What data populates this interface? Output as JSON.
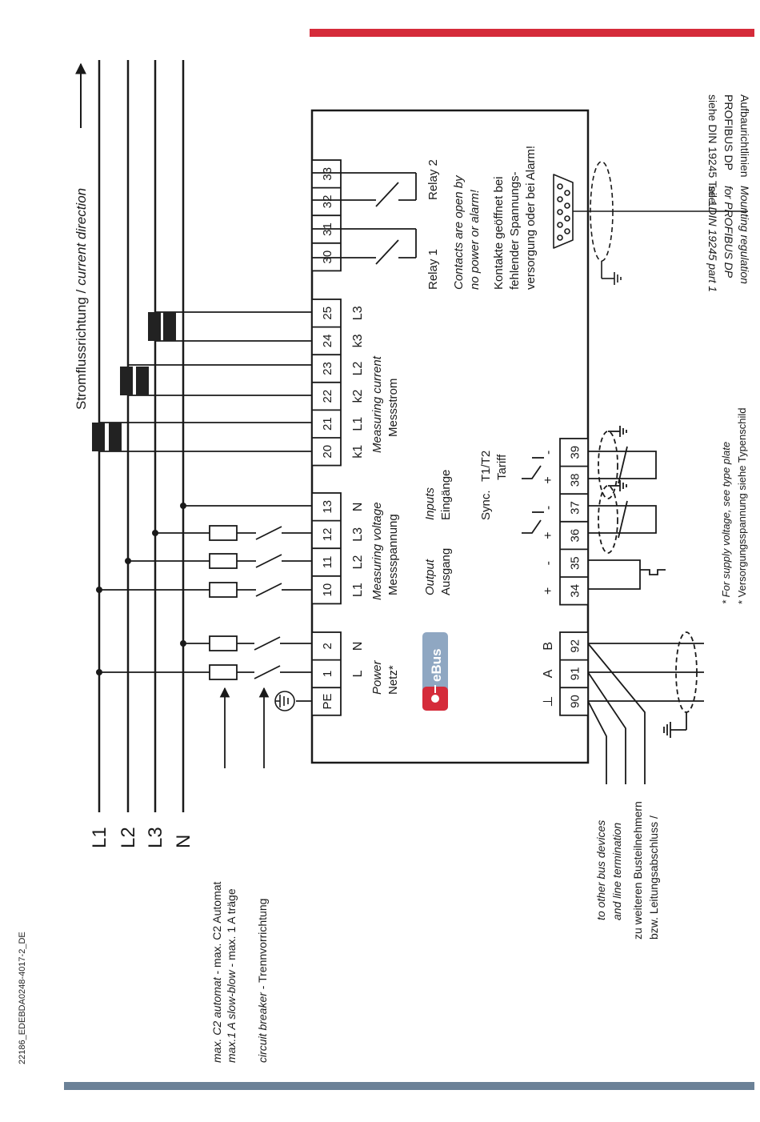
{
  "doc_id": "22186_EDEBDA0248-4017-2_DE",
  "colors": {
    "accent_red": "#d52b3a",
    "footer_bar": "#6b8197",
    "ebus": "#8fa7c2"
  },
  "current_direction": {
    "de": "Stromflussrichtung /",
    "en": "current  direction"
  },
  "lines": [
    "L1",
    "L2",
    "L3",
    "N"
  ],
  "fuse_note": {
    "line1_en": "max. C2 automat",
    "line1_de": " - max. C2 Automat",
    "line2_en": "max.1 A slow-blow",
    "line2_de": " - max. 1 A träge"
  },
  "breaker_note": {
    "en": "circuit breaker",
    "de": " - Trennvorrichtung"
  },
  "terminals": {
    "power": [
      "PE",
      "1",
      "2"
    ],
    "voltage": [
      "10",
      "11",
      "12",
      "13"
    ],
    "current": [
      "20",
      "21",
      "22",
      "23",
      "24",
      "25"
    ],
    "relays": [
      "30",
      "31",
      "32",
      "33"
    ],
    "bus": [
      "90",
      "91",
      "92"
    ],
    "io": [
      "34",
      "35",
      "36",
      "37",
      "38",
      "39"
    ]
  },
  "labels": {
    "power_sub": [
      "L",
      "N"
    ],
    "power_en": "Power",
    "power_de": "Netz*",
    "voltage_sub": [
      "L1",
      "L2",
      "L3",
      "N"
    ],
    "voltage_en": "Measuring voltage",
    "voltage_de": "Messspannung",
    "current_sub": [
      "k1",
      "L1",
      "k2",
      "L2",
      "k3",
      "L3"
    ],
    "current_en": "Measuring current",
    "current_de": "Messstrom",
    "relay1": "Relay 1",
    "relay2": "Relay 2",
    "contacts_en": [
      "Contacts are open by",
      "no power or alarm!"
    ],
    "contacts_de": [
      "Kontakte geöffnet bei",
      "fehlender Spannungs-",
      "versorgung oder bei Alarm!"
    ],
    "output_en": "Output",
    "output_de": "Ausgang",
    "inputs_en": "Inputs",
    "inputs_de": "Eingänge",
    "sync": "Sync.",
    "t1t2": "T1/T2",
    "tariff": "Tariff",
    "bus_sub": [
      "⊥",
      "A",
      "B"
    ],
    "io_sub": [
      "+",
      "-",
      "+",
      "-",
      "+",
      "-"
    ],
    "ebus": "eBus"
  },
  "profibus_en": [
    "Mounting regulation",
    "for PROFIBUS DP",
    "see DIN 19245 part 1"
  ],
  "profibus_de": [
    "Aufbaurichtlinien",
    "PROFIBUS DP",
    "siehe DIN 19245 Teil 1"
  ],
  "bus_note": {
    "en": [
      "to other bus devices",
      "and line termination"
    ],
    "de": [
      "zu weiteren Busteilnehmern",
      "bzw. Leitungsabschluss /"
    ]
  },
  "supply_note": {
    "en": "* For supply voltage, see type plate",
    "de": "* Versorgungsspannung siehe Typenschild"
  }
}
